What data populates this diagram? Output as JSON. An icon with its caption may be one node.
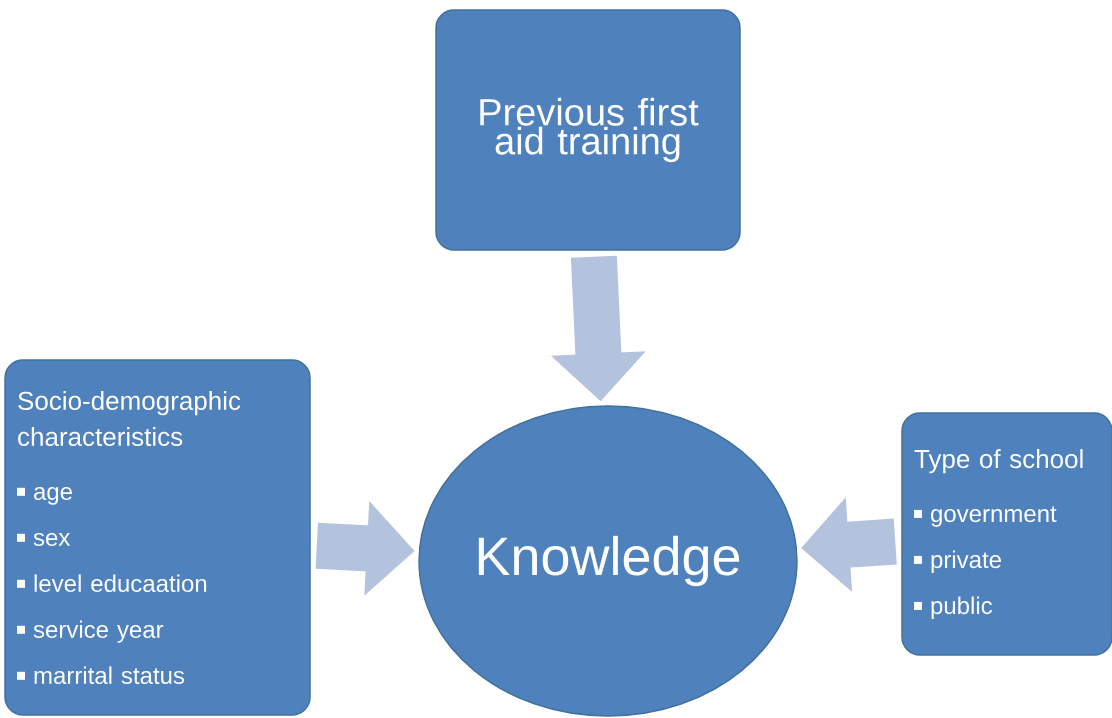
{
  "diagram": {
    "nodes": [
      {
        "text": [
          "Previous first aid training"
        ]
      },
      {
        "text": [
          "Socio-demographic characteristics",
          "age",
          "sex",
          "level educaation",
          "service year",
          "marrital status"
        ]
      },
      {
        "text": [
          "Knowledge"
        ]
      },
      {
        "text": [
          "Type of school",
          "government",
          "private",
          "public"
        ]
      }
    ],
    "edges": [
      {
        "from": 0,
        "to": 2,
        "arrow": "to"
      },
      {
        "from": 1,
        "to": 2,
        "arrow": "to"
      },
      {
        "from": 3,
        "to": 2,
        "arrow": "to"
      }
    ]
  }
}
